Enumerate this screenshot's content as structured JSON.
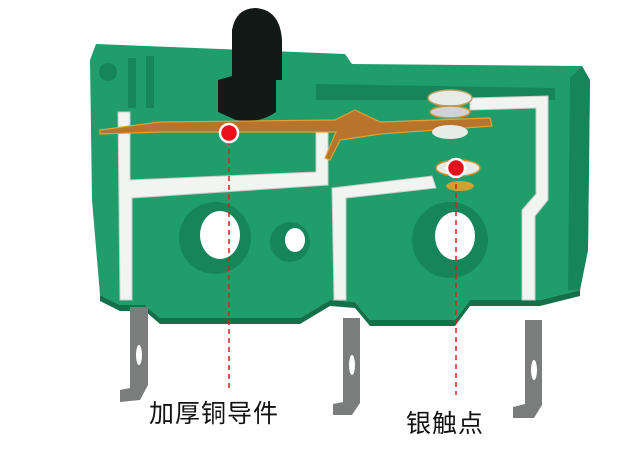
{
  "diagram": {
    "subject": "micro switch cutaway",
    "colors": {
      "housing": "#1f9e6c",
      "housing_dark": "#17855a",
      "housing_shadow": "#137049",
      "actuator": "#111a16",
      "terminal": "#f2f4f1",
      "copper": "#b8732c",
      "copper_edge": "#e8a030",
      "pin": "#7b7d7c",
      "marker": "#e8101a",
      "leader_line": "#e01a1a"
    },
    "callouts": [
      {
        "id": "copper-conductor",
        "label": "加厚铜导件",
        "marker": [
          229,
          133
        ],
        "line_end": [
          229,
          388
        ]
      },
      {
        "id": "silver-contact",
        "label": "银触点",
        "marker": [
          456,
          168
        ],
        "line_end": [
          456,
          395
        ]
      }
    ]
  }
}
